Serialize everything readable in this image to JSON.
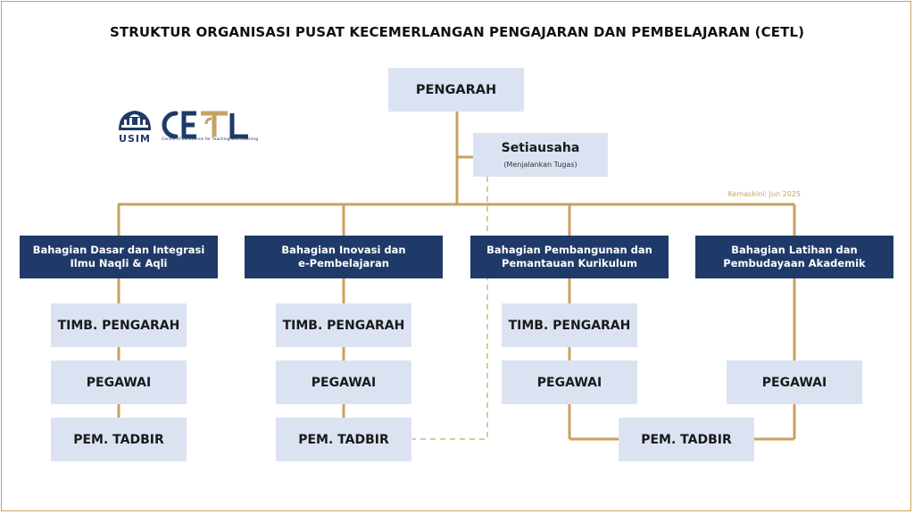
{
  "title": "STRUKTUR ORGANISASI PUSAT KECEMERLANGAN PENGAJARAN DAN PEMBELAJARAN (CETL)",
  "director": "PENGARAH",
  "secretary": {
    "label": "Setiausaha",
    "note": "(Menjalankan Tugas)"
  },
  "updated": "Kemaskini: Jun 2025",
  "logos": {
    "usim_text": "USIM",
    "cetl_text": "CETL",
    "cetl_tagline": "Centre of Excellence for Teaching and Learning"
  },
  "divisions": [
    {
      "name": "Bahagian Dasar dan Integrasi\nIlmu Naqli & Aqli",
      "roles": [
        "TIMB. PENGARAH",
        "PEGAWAI",
        "PEM. TADBIR"
      ]
    },
    {
      "name": "Bahagian Inovasi dan\ne-Pembelajaran",
      "roles": [
        "TIMB. PENGARAH",
        "PEGAWAI",
        "PEM. TADBIR"
      ]
    },
    {
      "name": "Bahagian Pembangunan dan\nPemantauan Kurikulum",
      "roles": [
        "TIMB. PENGARAH",
        "PEGAWAI"
      ]
    },
    {
      "name": "Bahagian Latihan dan\nPembudayaan Akademik",
      "roles": [
        "PEGAWAI"
      ]
    }
  ],
  "shared_admin": "PEM. TADBIR",
  "colors": {
    "gold": "#c8a261",
    "navy": "#1f3a68",
    "light_box": "#dbe3f3"
  }
}
